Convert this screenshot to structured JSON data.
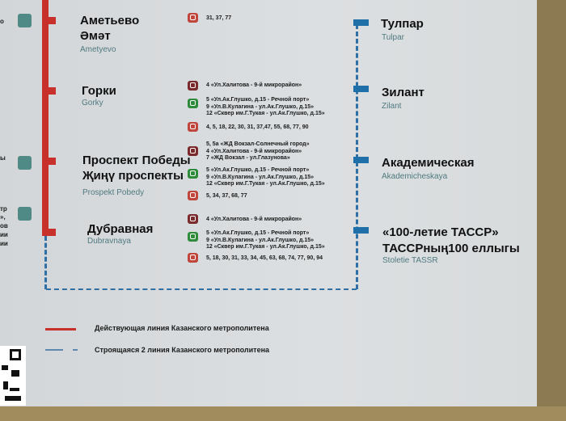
{
  "line1": {
    "stations": [
      {
        "name": "Аметьево",
        "name_tt": "Әмәт",
        "latin": "Ametyevo",
        "routes": [
          {
            "type": "bus",
            "text": "31, 37, 77"
          }
        ]
      },
      {
        "name": "Горки",
        "latin": "Gorky",
        "routes": [
          {
            "type": "tram",
            "text": "4 «Ул.Халитова - 9-й микрорайон»"
          },
          {
            "type": "trolleybus",
            "text": "5 «Ул.Ак.Глушко, д.15 - Речной порт»\n9 «Ул.В.Кулагина - ул.Ак.Глушко, д.15»\n12 «Сквер им.Г.Тукая - ул.Ак.Глушко, д.15»"
          },
          {
            "type": "bus",
            "text": "4, 5, 18, 22, 30, 31, 37,47, 55, 68, 77, 90"
          }
        ]
      },
      {
        "name": "Проспект Победы",
        "name_tt": "Җиңү проспекты",
        "latin": "Prospekt Pobedy",
        "routes": [
          {
            "type": "tram",
            "text": "5, 5а «ЖД Вокзал-Солнечный город»\n4 «Ул.Халитова - 9-й микрорайон»\n7 «ЖД Вокзал - ул.Глазунова»"
          },
          {
            "type": "trolleybus",
            "text": "5 «Ул.Ак.Глушко, д.15 - Речной порт»\n9 «Ул.В.Кулагина - ул.Ак.Глушко, д.15»\n12 «Сквер им.Г.Тукая - ул.Ак.Глушко, д.15»"
          },
          {
            "type": "bus",
            "text": "5, 34, 37, 68, 77"
          }
        ]
      },
      {
        "name": "Дубравная",
        "latin": "Dubravnaya",
        "routes": [
          {
            "type": "tram",
            "text": "4 «Ул.Халитова - 9-й микрорайон»"
          },
          {
            "type": "trolleybus",
            "text": "5 «Ул.Ак.Глушко, д.15 - Речной порт»\n9 «Ул.В.Кулагина - ул.Ак.Глушко, д.15»\n12 «Сквер им.Г.Тукая - ул.Ак.Глушко, д.15»"
          },
          {
            "type": "bus",
            "text": "5, 18, 30, 31, 33, 34, 45, 63, 68, 74, 77, 90, 94"
          }
        ]
      }
    ]
  },
  "line2": {
    "stations": [
      {
        "name": "Тулпар",
        "latin": "Tulpar"
      },
      {
        "name": "Зилант",
        "latin": "Zilant"
      },
      {
        "name": "Академическая",
        "latin": "Akademicheskaya"
      },
      {
        "name": "«100-летие ТАССР»",
        "name_tt": "ТАССРның100 еллыгы",
        "latin": "Stoletie TASSR"
      }
    ]
  },
  "left_fragments": [
    "о",
    "ы",
    "тр",
    "»,",
    "ов",
    "ии",
    "ии"
  ],
  "legend": {
    "active": "Действующая линия Казанского метрополитена",
    "construction": "Строящаяся 2 линия Казанского метрополитена"
  },
  "colors": {
    "line1": "#c8312b",
    "line2": "#1f6fa8",
    "tram": "#7a2a2a",
    "trolleybus": "#2e8b3a",
    "bus": "#c0453a"
  }
}
